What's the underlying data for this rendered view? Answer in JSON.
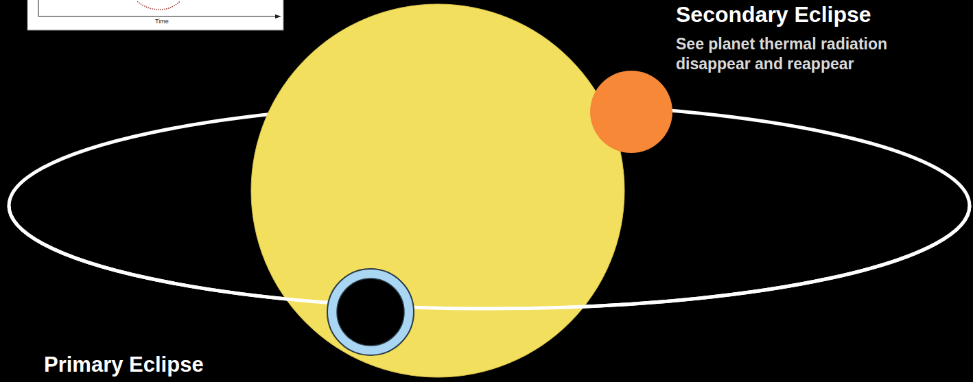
{
  "diagram": {
    "labels": [
      "Time",
      "Secondary Eclipse",
      "See planet thermal radiation disappear and reappear",
      "Primary Eclipse"
    ]
  }
}
